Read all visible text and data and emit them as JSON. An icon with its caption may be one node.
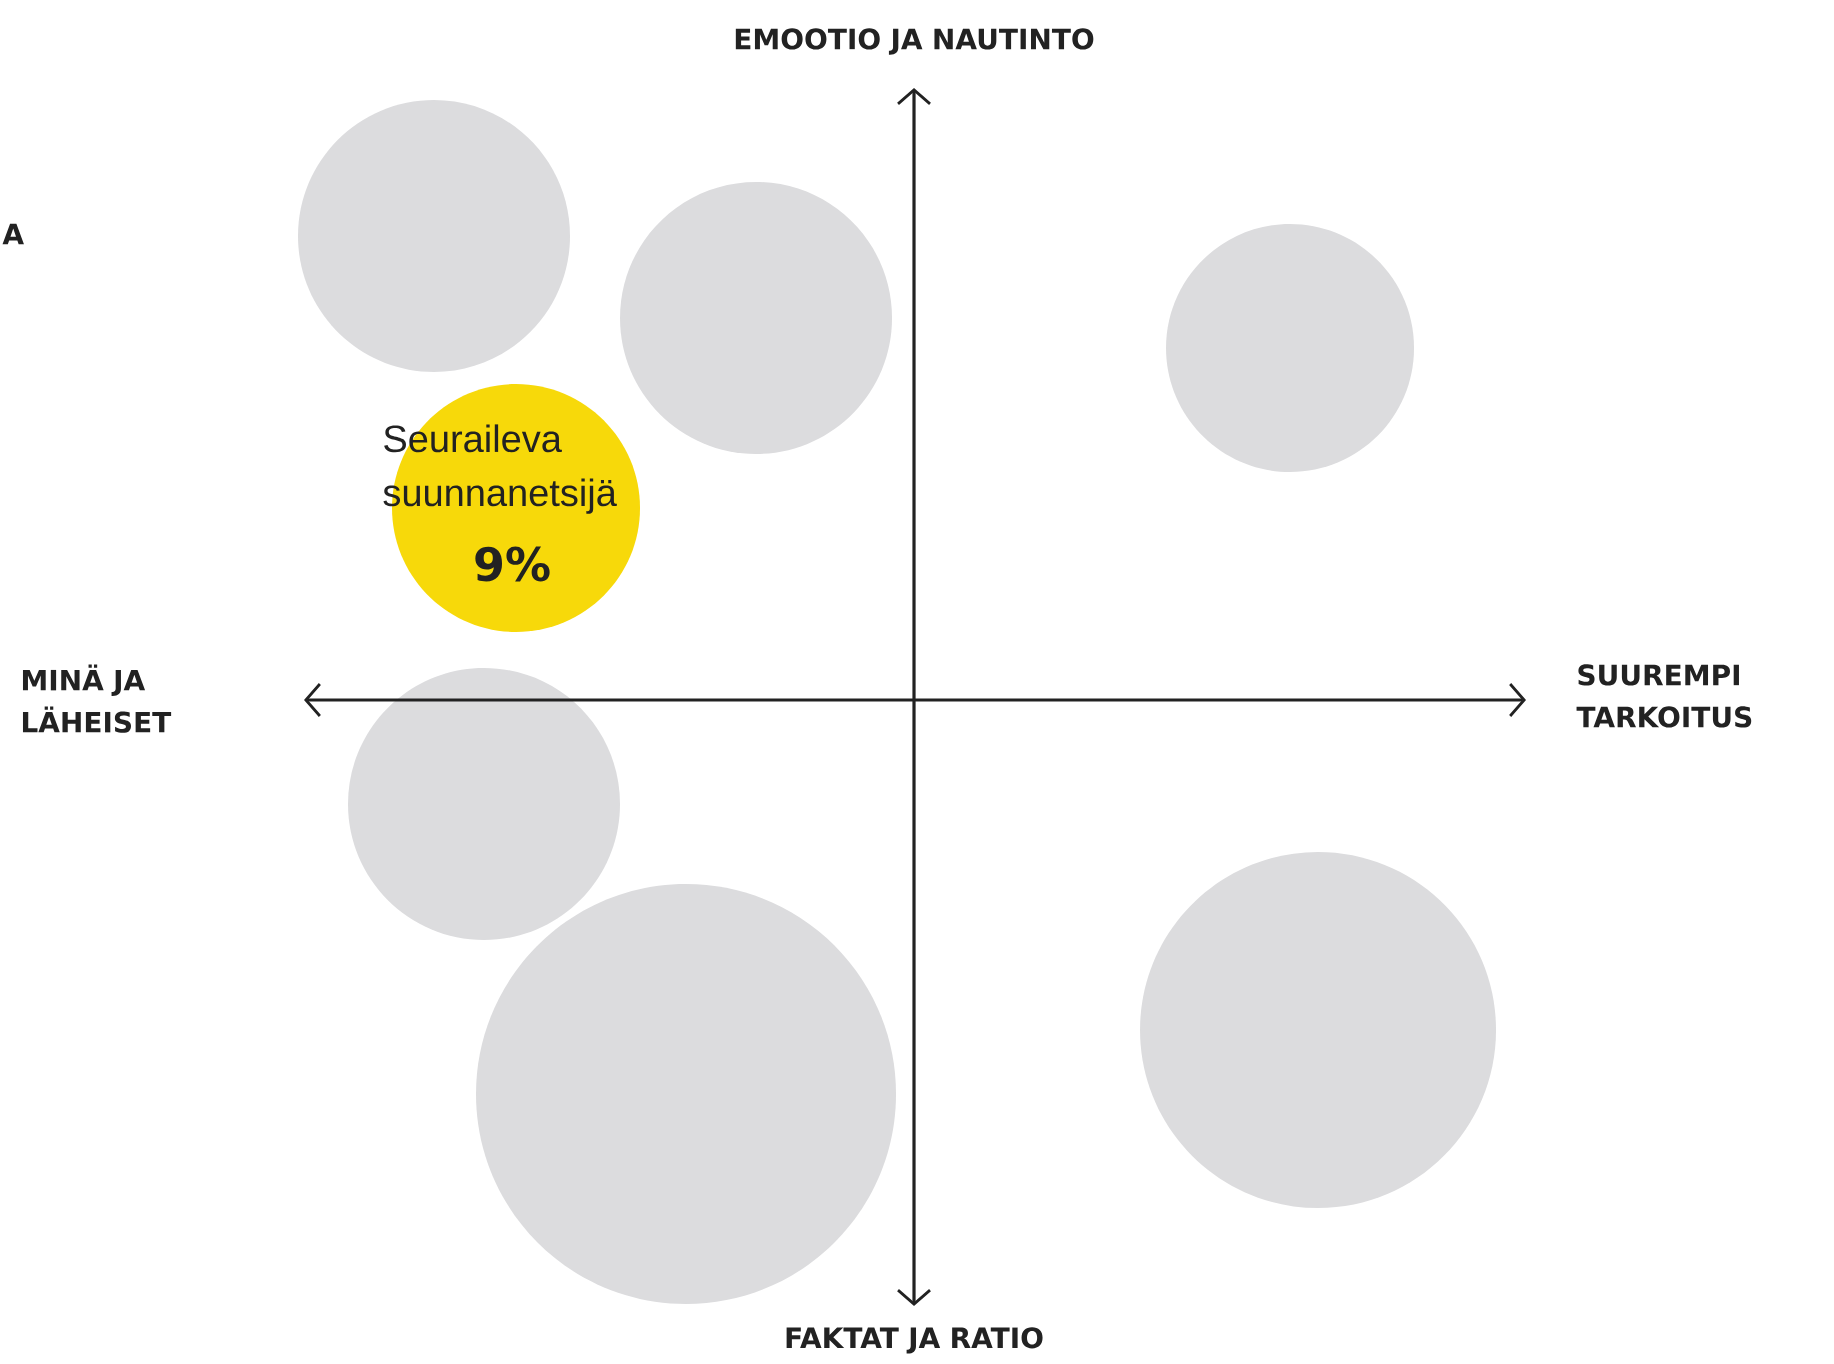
{
  "diagram": {
    "nodes": [
      {
        "text": [],
        "shape": "circle"
      },
      {
        "text": [],
        "shape": "circle"
      },
      {
        "text": [],
        "shape": "circle"
      },
      {
        "text": [
          "Seuraileva suunnanetsijä",
          "9%"
        ]
      },
      {
        "text": [],
        "shape": "circle"
      },
      {
        "text": [],
        "shape": "circle"
      },
      {
        "text": [],
        "shape": "circle"
      }
    ],
    "edges": [],
    "labels": [
      "EMOOTIO JA NAUTINTO",
      "A",
      "MINÄ JA LÄHEISET",
      "SUUREMPI TARKOITUS",
      "FAKTAT JA RATIO"
    ]
  }
}
